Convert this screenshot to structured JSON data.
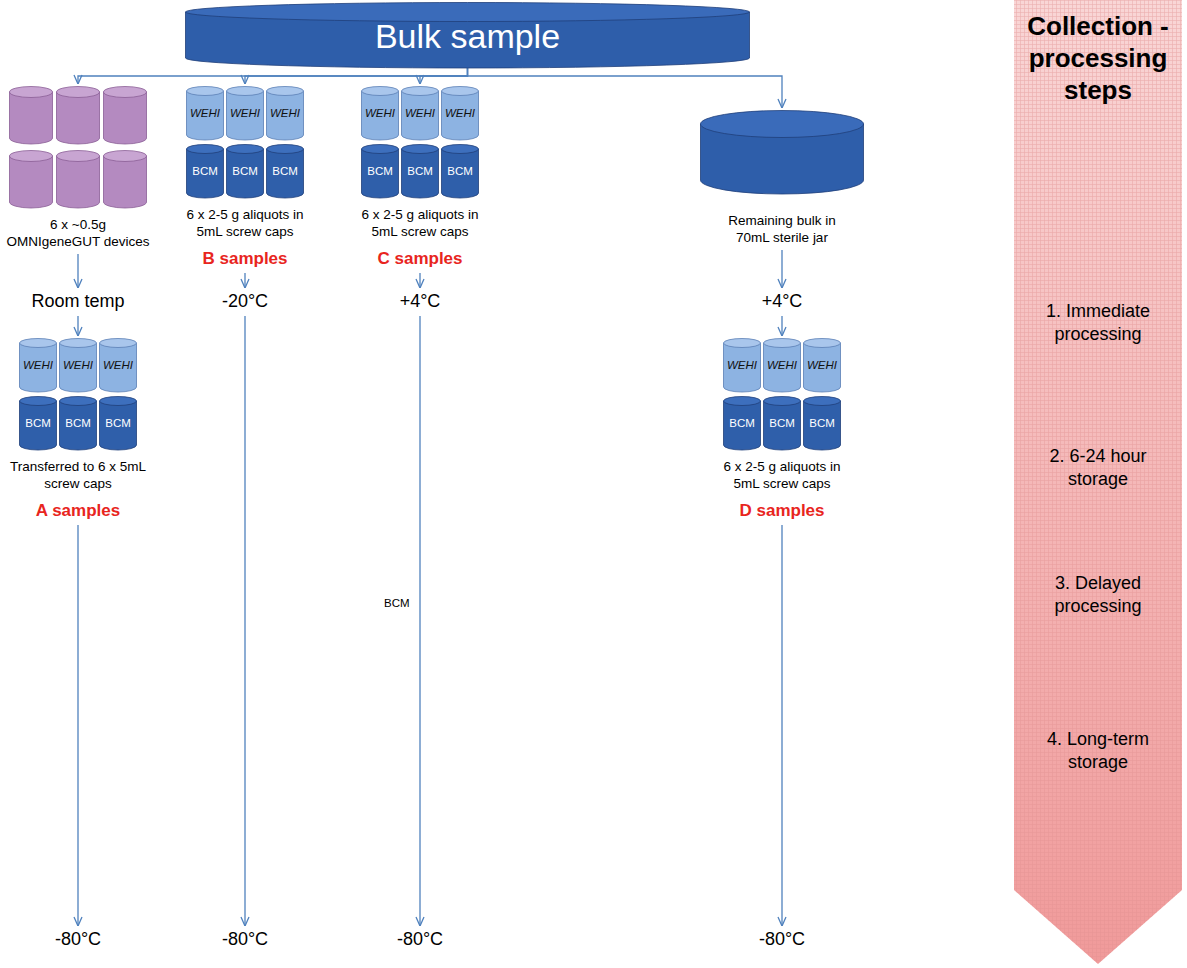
{
  "diagram": {
    "nodes": [
      {
        "text": [
          "Bulk sample"
        ]
      },
      {
        "text": [
          "6 x ~0.5g OMNIgeneGUT devices"
        ]
      },
      {
        "text": [
          "6 x 2-5 g aliquots in 5mL screw caps",
          "B samples"
        ]
      },
      {
        "text": [
          "WEHI"
        ],
        "in": 2
      },
      {
        "text": [
          "WEHI"
        ],
        "in": 2
      },
      {
        "text": [
          "WEHI"
        ],
        "in": 2
      },
      {
        "text": [
          "BCM"
        ],
        "in": 2
      },
      {
        "text": [
          "BCM"
        ],
        "in": 2
      },
      {
        "text": [
          "BCM"
        ],
        "in": 2
      },
      {
        "text": [
          "6 x 2-5 g aliquots in 5mL screw caps",
          "C samples"
        ]
      },
      {
        "text": [
          "WEHI"
        ],
        "in": 9
      },
      {
        "text": [
          "WEHI"
        ],
        "in": 9
      },
      {
        "text": [
          "WEHI"
        ],
        "in": 9
      },
      {
        "text": [
          "BCM"
        ],
        "in": 9
      },
      {
        "text": [
          "BCM"
        ],
        "in": 9
      },
      {
        "text": [
          "BCM"
        ],
        "in": 9
      },
      {
        "text": [
          "Remaining bulk in 70mL sterile jar"
        ]
      },
      {
        "text": [
          "Room temp"
        ]
      },
      {
        "text": [
          "-20°C"
        ]
      },
      {
        "text": [
          "+4°C"
        ]
      },
      {
        "text": [
          "+4°C"
        ]
      },
      {
        "text": [
          "Transferred to 6 x 5mL screw caps",
          "A samples"
        ]
      },
      {
        "text": [
          "WEHI"
        ],
        "in": 21
      },
      {
        "text": [
          "WEHI"
        ],
        "in": 21
      },
      {
        "text": [
          "WEHI"
        ],
        "in": 21
      },
      {
        "text": [
          "BCM"
        ],
        "in": 21
      },
      {
        "text": [
          "BCM"
        ],
        "in": 21
      },
      {
        "text": [
          "BCM"
        ],
        "in": 21
      },
      {
        "text": [
          "6 x 2-5 g aliquots in 5mL screw caps",
          "D samples"
        ]
      },
      {
        "text": [
          "WEHI"
        ],
        "in": 28
      },
      {
        "text": [
          "WEHI"
        ],
        "in": 28
      },
      {
        "text": [
          "WEHI"
        ],
        "in": 28
      },
      {
        "text": [
          "BCM"
        ],
        "in": 28
      },
      {
        "text": [
          "BCM"
        ],
        "in": 28
      },
      {
        "text": [
          "BCM"
        ],
        "in": 28
      },
      {
        "text": [
          "-80°C"
        ]
      },
      {
        "text": [
          "-80°C"
        ]
      },
      {
        "text": [
          "-80°C"
        ]
      },
      {
        "text": [
          "-80°C"
        ]
      },
      {
        "text": [
          "Collection - processing steps",
          "1. Immediate processing",
          "2. 6-24 hour storage",
          "3. Delayed processing",
          "4. Long-term storage"
        ]
      }
    ],
    "edges": [
      {
        "from": 0,
        "to": 1,
        "arrow": "to"
      },
      {
        "from": 0,
        "to": 2,
        "arrow": "to"
      },
      {
        "from": 0,
        "to": 9,
        "arrow": "to"
      },
      {
        "from": 0,
        "to": 16,
        "arrow": "to"
      },
      {
        "from": 1,
        "to": 17,
        "arrow": "to"
      },
      {
        "from": 2,
        "to": 18,
        "arrow": "to"
      },
      {
        "from": 9,
        "to": 19,
        "arrow": "to"
      },
      {
        "from": 16,
        "to": 20,
        "arrow": "to"
      },
      {
        "from": 17,
        "to": 21,
        "arrow": "to"
      },
      {
        "from": 20,
        "to": 28,
        "arrow": "to"
      },
      {
        "from": 21,
        "to": 35,
        "arrow": "to"
      },
      {
        "from": 18,
        "to": 36,
        "arrow": "to"
      },
      {
        "from": 19,
        "to": 37,
        "arrow": "to"
      },
      {
        "from": 28,
        "to": 38,
        "arrow": "to"
      }
    ],
    "labels": [
      "BCM"
    ]
  }
}
